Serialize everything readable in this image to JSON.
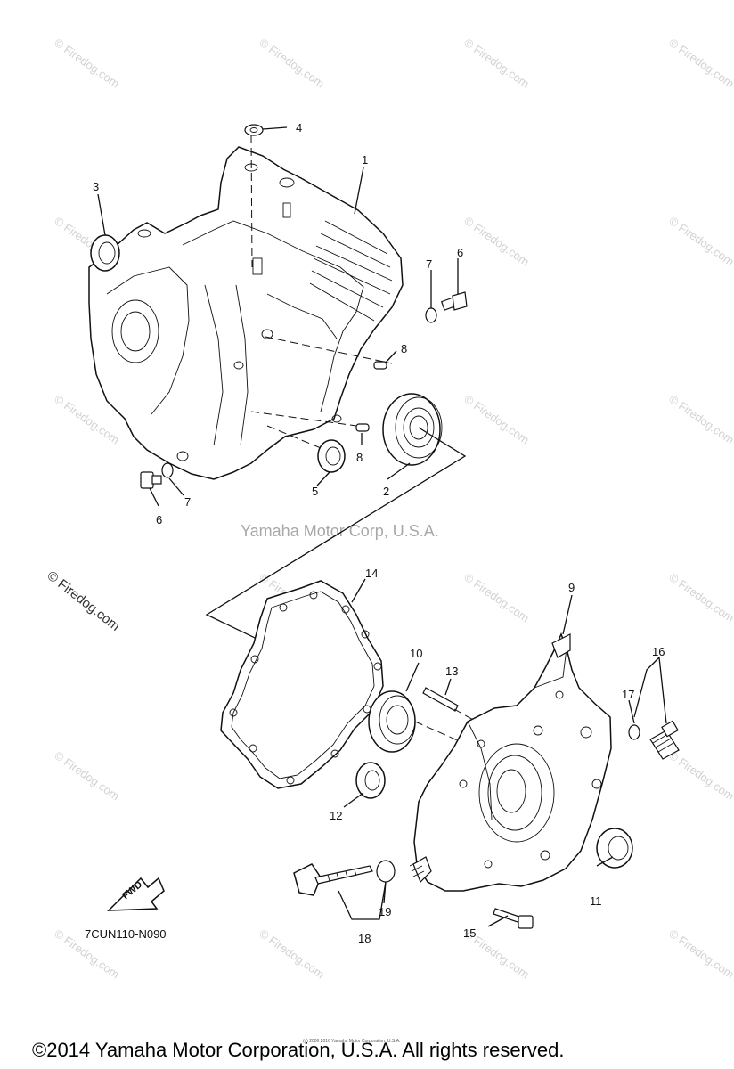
{
  "watermark": {
    "repeat_text": "© Firedog.com",
    "left_text": "© Firedog.com",
    "center_text": "Yamaha Motor Corp, U.S.A."
  },
  "diagram": {
    "code": "7CUN110-N090",
    "fwd_label": "FWD",
    "callouts": [
      "1",
      "2",
      "3",
      "4",
      "5",
      "6",
      "6",
      "7",
      "7",
      "8",
      "8",
      "9",
      "10",
      "11",
      "12",
      "13",
      "14",
      "15",
      "16",
      "17",
      "18",
      "19"
    ]
  },
  "footer": {
    "copyright": "©2014 Yamaha Motor Corporation, U.S.A. All rights reserved.",
    "fine_print": "(c) 2006 2016 Yamaha Motor Corporation, U.S.A."
  }
}
